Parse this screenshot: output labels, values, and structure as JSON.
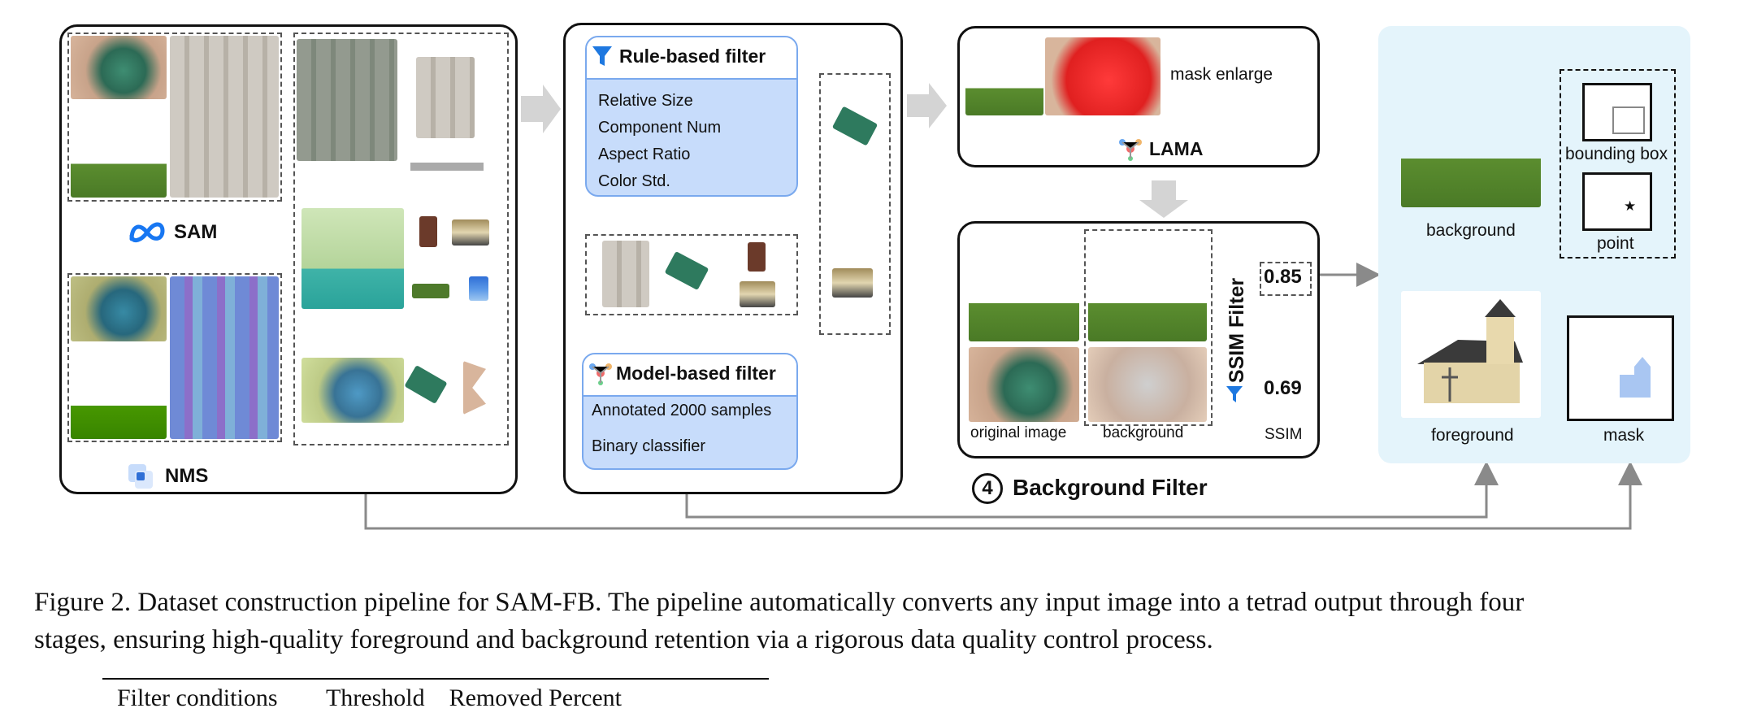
{
  "stage1": {
    "sam_label": "SAM",
    "nms_label": "NMS"
  },
  "stage2": {
    "rule_filter_title": "Rule-based filter",
    "rule_items": [
      "Relative Size",
      "Component Num",
      "Aspect Ratio",
      "Color Std."
    ],
    "model_filter_title": "Model-based filter",
    "model_items": [
      "Annotated 2000 samples",
      "Binary classifier"
    ]
  },
  "stage3": {
    "mask_enlarge_label": "mask enlarge",
    "lama_label": "LAMA"
  },
  "stage4": {
    "number": "4",
    "title": "Background Filter",
    "filter_label": "SSIM Filter",
    "score_pass": "0.85",
    "score_fail": "0.69",
    "ssim_label": "SSIM",
    "original_label": "original image",
    "background_label": "background"
  },
  "output": {
    "background_label": "background",
    "bbox_label": "bounding box",
    "point_label": "point",
    "foreground_label": "foreground",
    "mask_label": "mask",
    "star_glyph": "★"
  },
  "caption": {
    "line1": "Figure 2. Dataset construction pipeline for SAM-FB. The pipeline automatically converts any input image into a tetrad output through four",
    "line2": "stages, ensuring high-quality foreground and background retention via a rigorous data quality control process."
  },
  "table_fragment": {
    "text": "Filter conditions        Threshold    Removed Percent"
  },
  "colors": {
    "accent_blue": "#7aa9ee",
    "light_blue_fill": "#c7dcfb",
    "output_panel_bg": "#e4f4fb",
    "arrow_gray": "#8a8a8a",
    "meta_blue": "#1877f2"
  }
}
